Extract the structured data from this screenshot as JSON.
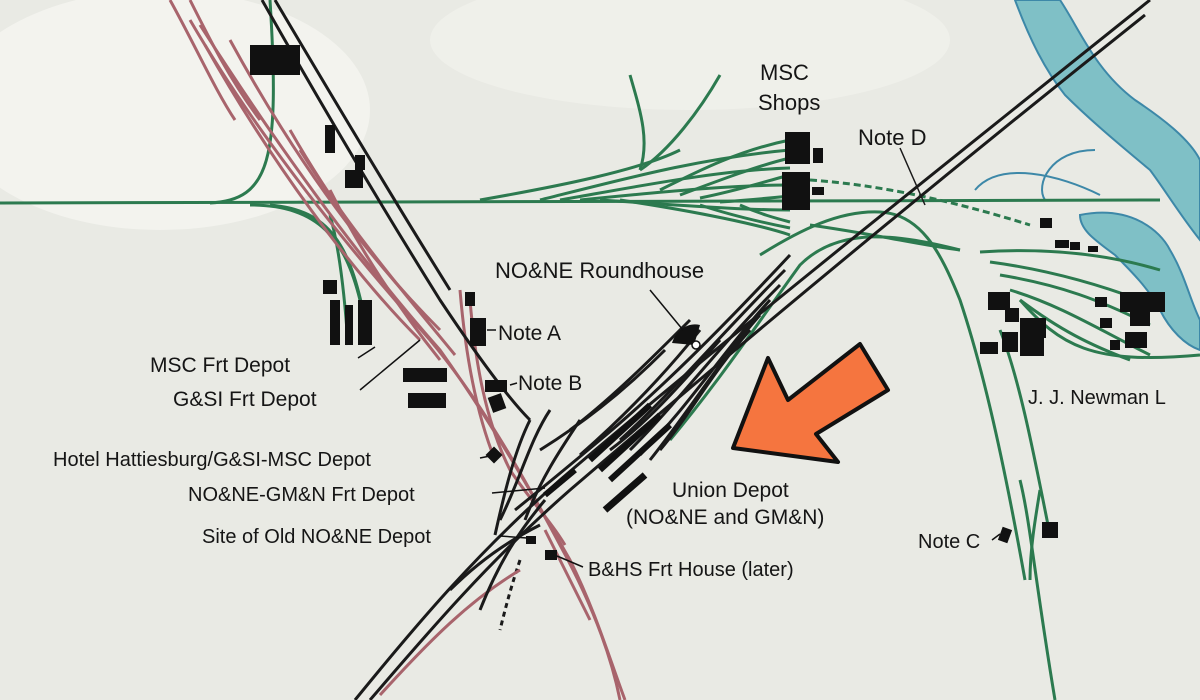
{
  "labels": {
    "msc_shops_line1": "MSC",
    "msc_shops_line2": "Shops",
    "note_d": "Note D",
    "roundhouse": "NO&NE Roundhouse",
    "note_a": "Note A",
    "note_b": "Note B",
    "msc_frt_depot": "MSC Frt Depot",
    "gsi_frt_depot": "G&SI Frt Depot",
    "hotel_depot": "Hotel Hattiesburg/G&SI-MSC Depot",
    "none_gmn_frt_depot": "NO&NE-GM&N Frt Depot",
    "old_none_depot": "Site of Old NO&NE Depot",
    "bhs_frt_house": "B&HS Frt House (later)",
    "union_depot_line1": "Union Depot",
    "union_depot_line2": "(NO&NE and GM&N)",
    "jj_newman": "J. J. Newman L",
    "note_c": "Note C"
  },
  "colors": {
    "background": "#e9eae4",
    "green_track": "#2c7a4f",
    "red_track": "#a8646c",
    "black_track": "#1a1a1a",
    "water": "#7fc0c6",
    "water_edge": "#3d88a8",
    "arrow_fill": "#f5753f",
    "arrow_stroke": "#111111"
  },
  "icons": [
    "orange-arrow-icon",
    "roundhouse-icon"
  ]
}
